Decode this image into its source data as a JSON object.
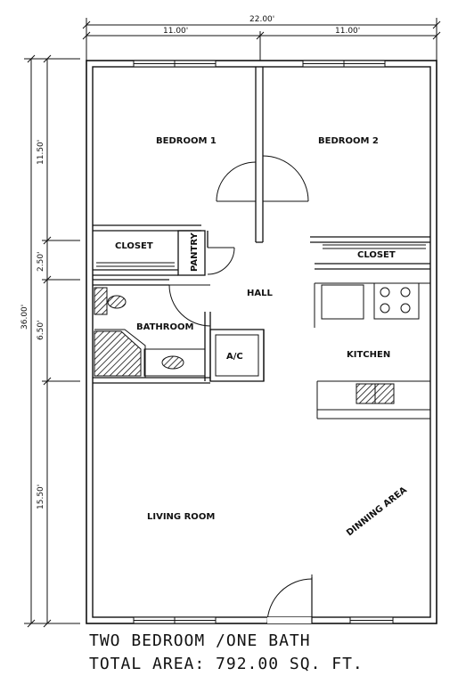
{
  "dimensions": {
    "overall_width": "22.00'",
    "left_width": "11.00'",
    "right_width": "11.00'",
    "overall_depth": "36.00'",
    "seg_bedroom": "11.50'",
    "seg_closet": "2.50'",
    "seg_bath": "6.50'",
    "seg_living": "15.50'"
  },
  "rooms": {
    "bedroom1": "BEDROOM 1",
    "bedroom2": "BEDROOM 2",
    "closet_left": "CLOSET",
    "closet_right": "CLOSET",
    "pantry": "PANTRY",
    "hall": "HALL",
    "bathroom": "BATHROOM",
    "ac": "A/C",
    "kitchen": "KITCHEN",
    "living_room": "LIVING ROOM",
    "dining_area": "DINNING AREA"
  },
  "caption": {
    "line1": "TWO BEDROOM /ONE BATH",
    "line2": "TOTAL AREA: 792.00 SQ. FT."
  }
}
